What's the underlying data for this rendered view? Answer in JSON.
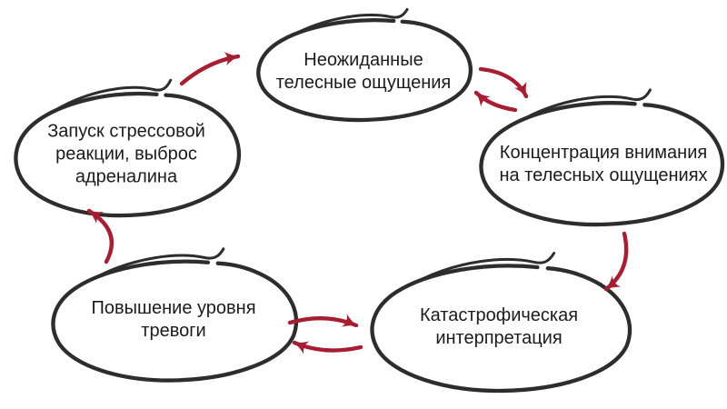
{
  "diagram": {
    "type": "cycle-diagram",
    "language": "ru",
    "nodes": [
      {
        "id": "unexpected-sensations",
        "label": "Неожиданные телесные ощущения",
        "lines": [
          "Неожиданные",
          "телесные ощущения"
        ]
      },
      {
        "id": "attention-concentration",
        "label": "Концентрация внимания на телесных ощущениях",
        "lines": [
          "Концентрация внимания",
          "на телесных ощущениях"
        ]
      },
      {
        "id": "catastrophic-interpretation",
        "label": "Катастрофическая интерпретация",
        "lines": [
          "Катастрофическая",
          "интерпретация"
        ]
      },
      {
        "id": "anxiety-increase",
        "label": "Повышение уровня тревоги",
        "lines": [
          "Повышение уровня",
          "тревоги"
        ]
      },
      {
        "id": "stress-response",
        "label": "Запуск стрессовой реакции, выброс адреналина",
        "lines": [
          "Запуск стрессовой",
          "реакции, выброс",
          "адреналина"
        ]
      }
    ],
    "edges": [
      {
        "from": "stress-response",
        "to": "unexpected-sensations",
        "bidirectional": false
      },
      {
        "from": "unexpected-sensations",
        "to": "attention-concentration",
        "bidirectional": true
      },
      {
        "from": "attention-concentration",
        "to": "catastrophic-interpretation",
        "bidirectional": false
      },
      {
        "from": "catastrophic-interpretation",
        "to": "anxiety-increase",
        "bidirectional": true
      },
      {
        "from": "anxiety-increase",
        "to": "stress-response",
        "bidirectional": false
      }
    ],
    "colors": {
      "background": "#ffffff",
      "node_stroke": "#2d2d2d",
      "arrow": "#a51e32",
      "text": "#1b1b1b"
    }
  }
}
